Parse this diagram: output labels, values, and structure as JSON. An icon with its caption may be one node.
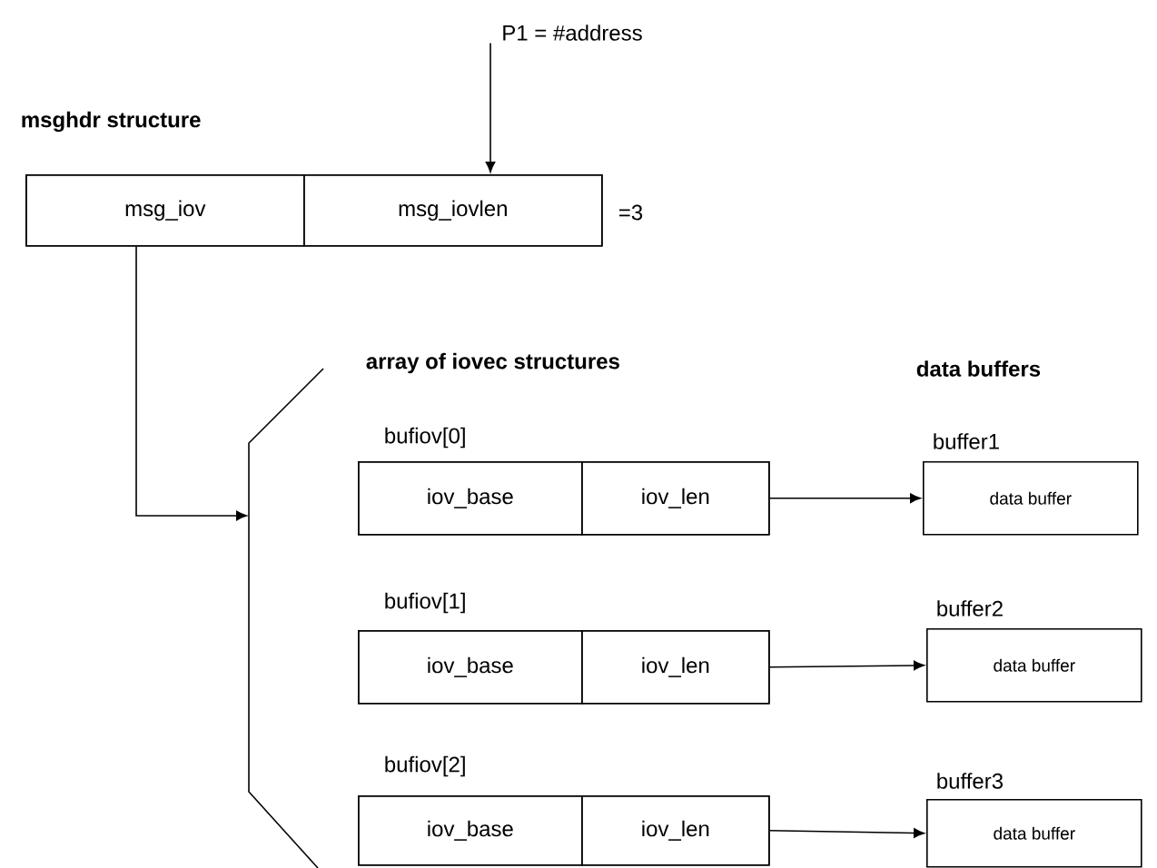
{
  "diagram": {
    "nodes": [
      {
        "text": [
          "P1 = #address"
        ]
      },
      {
        "text": [
          "msghdr structure"
        ],
        "beside": [
          "=3"
        ]
      },
      {
        "text": [
          "msg_iov"
        ],
        "in": 1
      },
      {
        "text": [
          "msg_iovlen"
        ],
        "in": 1
      },
      {
        "text": [],
        "shape": "bracket"
      },
      {
        "text": [
          "bufiov[0]"
        ]
      },
      {
        "text": [
          "iov_base"
        ],
        "in": 5
      },
      {
        "text": [
          "iov_len"
        ],
        "in": 5
      },
      {
        "text": [
          "bufiov[1]"
        ]
      },
      {
        "text": [
          "iov_base"
        ],
        "in": 8
      },
      {
        "text": [
          "iov_len"
        ],
        "in": 8
      },
      {
        "text": [
          "bufiov[2]"
        ]
      },
      {
        "text": [
          "iov_base"
        ],
        "in": 11
      },
      {
        "text": [
          "iov_len"
        ],
        "in": 11
      },
      {
        "text": [
          "buffer1",
          "data buffer"
        ]
      },
      {
        "text": [
          "buffer2",
          "data buffer"
        ]
      },
      {
        "text": [
          "buffer3",
          "data buffer"
        ]
      }
    ],
    "edges": [
      {
        "from": 0,
        "to": 3,
        "arrow": "to"
      },
      {
        "from": 2,
        "to": 4,
        "arrow": "to"
      },
      {
        "from": 7,
        "to": 14,
        "arrow": "to"
      },
      {
        "from": 10,
        "to": 15,
        "arrow": "to"
      },
      {
        "from": 13,
        "to": 16,
        "arrow": "to"
      }
    ],
    "labels": [
      "array of iovec structures",
      "data buffers"
    ]
  }
}
